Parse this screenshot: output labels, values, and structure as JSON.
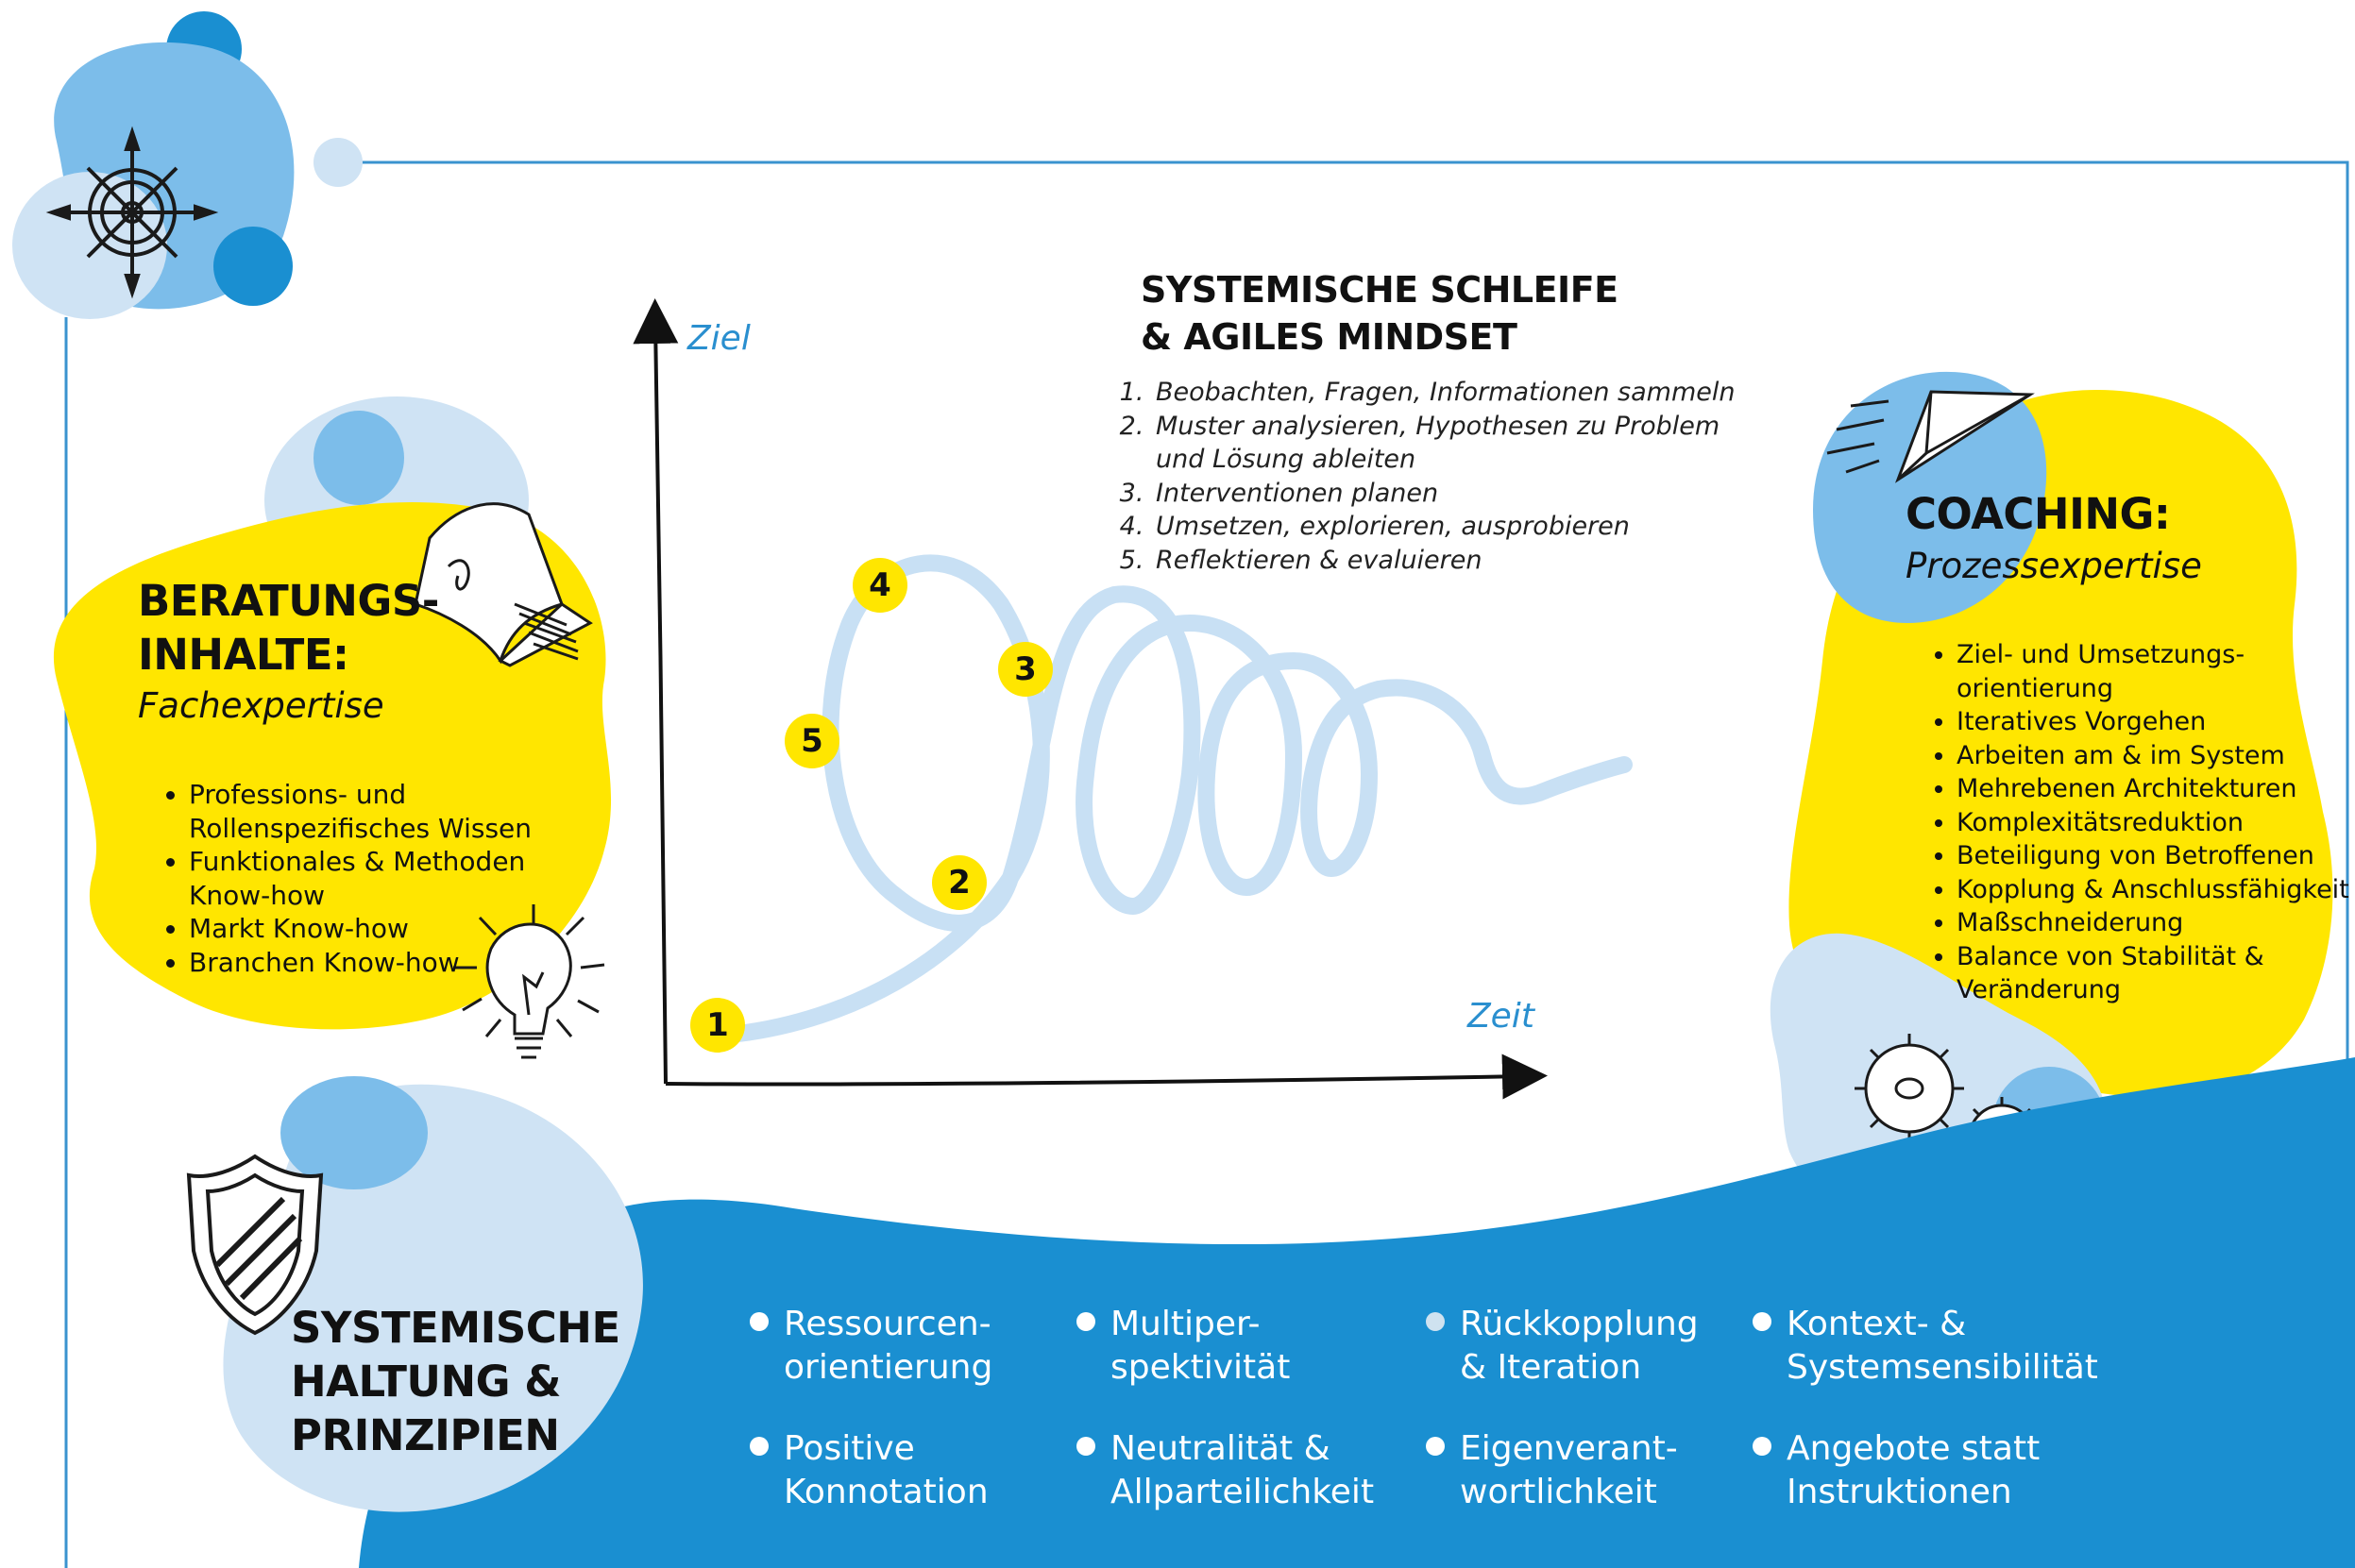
{
  "colors": {
    "yellow": "#ffe600",
    "blue_dark": "#1a8fd1",
    "blue_mid": "#7cbdea",
    "blue_light": "#cfe3f4",
    "frame": "#3a93cf",
    "spiral": "#c8e0f4"
  },
  "icons": [
    "ship-wheel-icon",
    "book-icon",
    "lightbulb-icon",
    "paper-plane-icon",
    "gears-icon",
    "shield-icon"
  ],
  "beratung": {
    "title_line1": "BERATUNGS-",
    "title_line2": "INHALTE:",
    "subtitle": "Fachexpertise",
    "items": [
      [
        "Professions- und",
        "Rollenspezifisches Wissen"
      ],
      [
        "Funktionales & Methoden",
        "Know-how"
      ],
      [
        "Markt Know-how"
      ],
      [
        "Branchen Know-how"
      ]
    ]
  },
  "loop": {
    "title_line1": "SYSTEMISCHE SCHLEIFE",
    "title_line2": "& AGILES MINDSET",
    "steps": [
      [
        "Beobachten, Fragen, Informationen sammeln"
      ],
      [
        "Muster analysieren, Hypothesen zu Problem",
        "und Lösung ableiten"
      ],
      [
        "Interventionen planen"
      ],
      [
        "Umsetzen, explorieren, ausprobieren"
      ],
      [
        "Reflektieren & evaluieren"
      ]
    ],
    "y_axis_label": "Ziel",
    "x_axis_label": "Zeit",
    "markers": [
      "1",
      "2",
      "3",
      "4",
      "5"
    ]
  },
  "coaching": {
    "title": "COACHING:",
    "subtitle": "Prozessexpertise",
    "items": [
      [
        "Ziel- und Umsetzungs-",
        "orientierung"
      ],
      [
        "Iteratives Vorgehen"
      ],
      [
        "Arbeiten am & im System"
      ],
      [
        "Mehrebenen Architekturen"
      ],
      [
        "Komplexitätsreduktion"
      ],
      [
        "Beteiligung von Betroffenen"
      ],
      [
        "Kopplung & Anschlussfähigkeit"
      ],
      [
        "Maßschneiderung"
      ],
      [
        "Balance von Stabilität &",
        "Veränderung"
      ]
    ]
  },
  "haltung": {
    "title_line1": "SYSTEMISCHE",
    "title_line2": "HALTUNG &",
    "title_line3": "PRINZIPIEN",
    "principles": [
      [
        "Ressourcen-",
        "orientierung"
      ],
      [
        "Multiper-",
        "spektivität"
      ],
      [
        "Rückkopplung",
        "& Iteration"
      ],
      [
        "Kontext- &",
        "Systemsensibilität"
      ],
      [
        "Positive",
        "Konnotation"
      ],
      [
        "Neutralität &",
        "Allparteilichkeit"
      ],
      [
        "Eigenverant-",
        "wortlichkeit"
      ],
      [
        "Angebote statt",
        "Instruktionen"
      ]
    ]
  }
}
